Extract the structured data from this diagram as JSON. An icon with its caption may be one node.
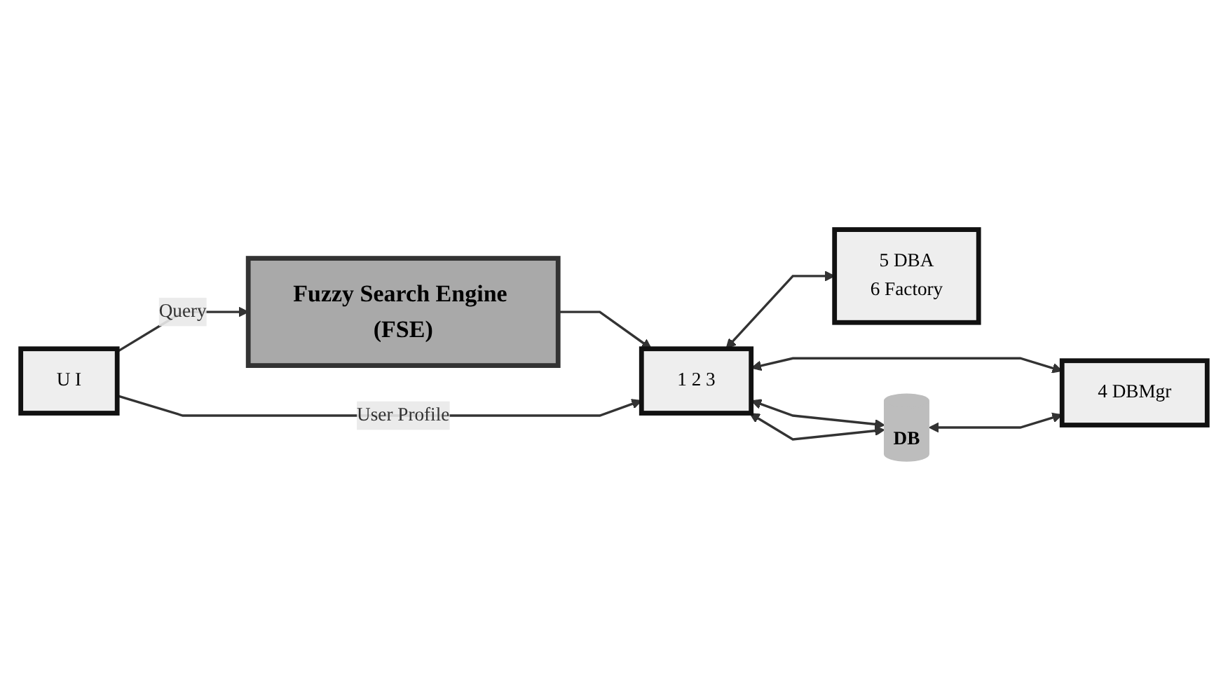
{
  "diagram": {
    "nodes": [
      {
        "text": [
          "U I"
        ]
      },
      {
        "text": [
          "Fuzzy Search Engine (FSE)"
        ]
      },
      {
        "text": [
          "1 2 3"
        ]
      },
      {
        "text": [
          "5 DBA",
          "6 Factory"
        ]
      },
      {
        "text": [
          "DB"
        ]
      },
      {
        "text": [
          "4 DBMgr"
        ]
      }
    ],
    "edges": [
      {
        "from": 0,
        "to": 1,
        "arrow": "to",
        "label": "Query"
      },
      {
        "from": 1,
        "to": 2,
        "arrow": "to"
      },
      {
        "from": 0,
        "to": 2,
        "arrow": "to",
        "label": "User Profile"
      },
      {
        "from": 2,
        "to": 3,
        "arrow": "both"
      },
      {
        "from": 2,
        "to": 4,
        "arrow": "both"
      },
      {
        "from": 2,
        "to": 4,
        "arrow": "both"
      },
      {
        "from": 2,
        "to": 5,
        "arrow": "both"
      },
      {
        "from": 4,
        "to": 5,
        "arrow": "both"
      }
    ]
  }
}
